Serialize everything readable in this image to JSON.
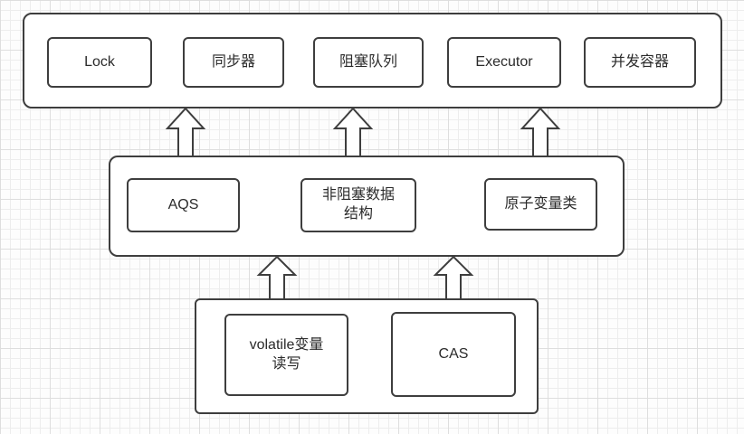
{
  "title": "Java concurrency building blocks diagram",
  "layers": {
    "top": {
      "items": [
        {
          "label": "Lock"
        },
        {
          "label": "同步器"
        },
        {
          "label": "阻塞队列"
        },
        {
          "label": "Executor"
        },
        {
          "label": "并发容器"
        }
      ]
    },
    "middle": {
      "items": [
        {
          "label": "AQS"
        },
        {
          "label": "非阻塞数据\n结构"
        },
        {
          "label": "原子变量类"
        }
      ]
    },
    "bottom": {
      "items": [
        {
          "label": "volatile变量\n读写"
        },
        {
          "label": "CAS"
        }
      ]
    }
  },
  "colors": {
    "stroke": "#3e3e3e",
    "fill": "#ffffff",
    "grid": "#ededed"
  }
}
